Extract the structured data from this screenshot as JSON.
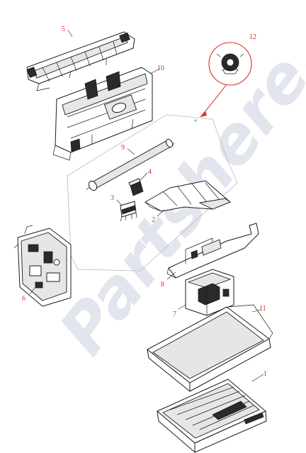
{
  "diagram": {
    "watermark": "Partshere.com",
    "callouts": [
      {
        "id": "c5",
        "label": "5"
      },
      {
        "id": "c10",
        "label": "10"
      },
      {
        "id": "c12",
        "label": "12"
      },
      {
        "id": "c9",
        "label": "9"
      },
      {
        "id": "c4",
        "label": "4"
      },
      {
        "id": "c3",
        "label": "3"
      },
      {
        "id": "c2",
        "label": "2"
      },
      {
        "id": "c6",
        "label": "6"
      },
      {
        "id": "c8",
        "label": "8"
      },
      {
        "id": "c7",
        "label": "7"
      },
      {
        "id": "c11",
        "label": "11"
      },
      {
        "id": "c1",
        "label": "1"
      }
    ],
    "colors": {
      "callout": "#d9302a",
      "line": "#1b1b1b",
      "watermark": "#1a2f7a"
    }
  }
}
